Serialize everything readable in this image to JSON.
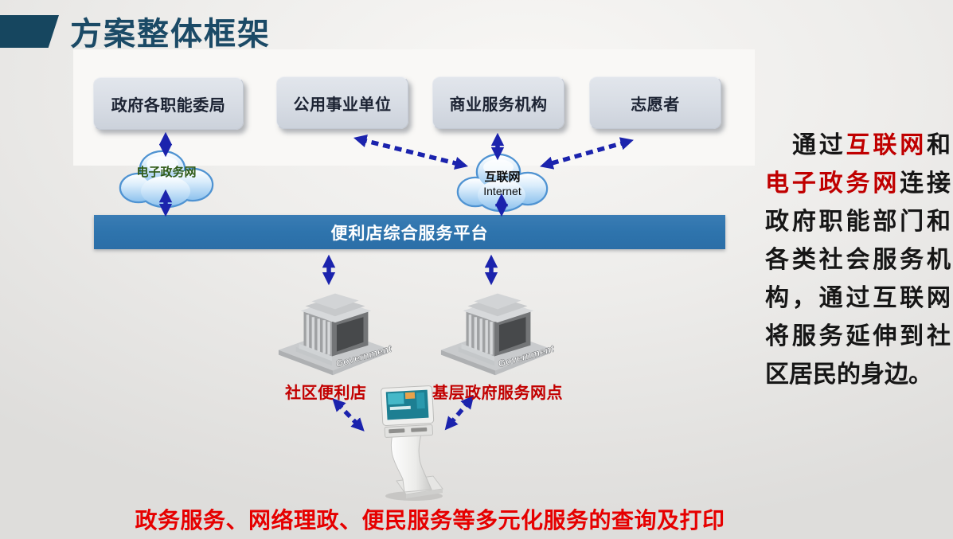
{
  "slide": {
    "title": "方案整体框架",
    "top_boxes": [
      {
        "label": "政府各职能委局"
      },
      {
        "label": "公用事业单位"
      },
      {
        "label": "商业服务机构"
      },
      {
        "label": "志愿者"
      }
    ],
    "clouds": [
      {
        "label": "电子政务网"
      },
      {
        "label": "互联网",
        "sublabel": "Internet"
      }
    ],
    "platform_bar": {
      "label": "便利店综合服务平台"
    },
    "site_labels": [
      {
        "label": "社区便利店"
      },
      {
        "label": "基层政府服务网点"
      }
    ],
    "building_base_text": "Government",
    "bottom_banner": "政务服务、网络理政、便民服务等多元化服务的查询及打印",
    "side_note": {
      "segments": [
        {
          "text": "通过",
          "emphasis": "normal"
        },
        {
          "text": "互联网",
          "emphasis": "red"
        },
        {
          "text": "和",
          "emphasis": "normal"
        },
        {
          "text": "电子政务网",
          "emphasis": "red"
        },
        {
          "text": "连接政府职能部门和各类社会服务机构，通过互联网将服务延伸到社区居民的身边。",
          "emphasis": "normal"
        }
      ]
    },
    "icons": {
      "cloud": "network-cloud-shape",
      "building": "isometric-government-building",
      "kiosk": "self-service-terminal",
      "arrow": "double-headed-arrow"
    },
    "colors": {
      "title_teal": "#16465f",
      "bar_blue": "#2e74ad",
      "arrow_blue": "#1b23ad",
      "banner_red": "#e60000",
      "label_red": "#c20000",
      "egov_text_green": "#2f5a16",
      "box_fill": "#d7dce4",
      "background": "#e8e7e5"
    }
  }
}
